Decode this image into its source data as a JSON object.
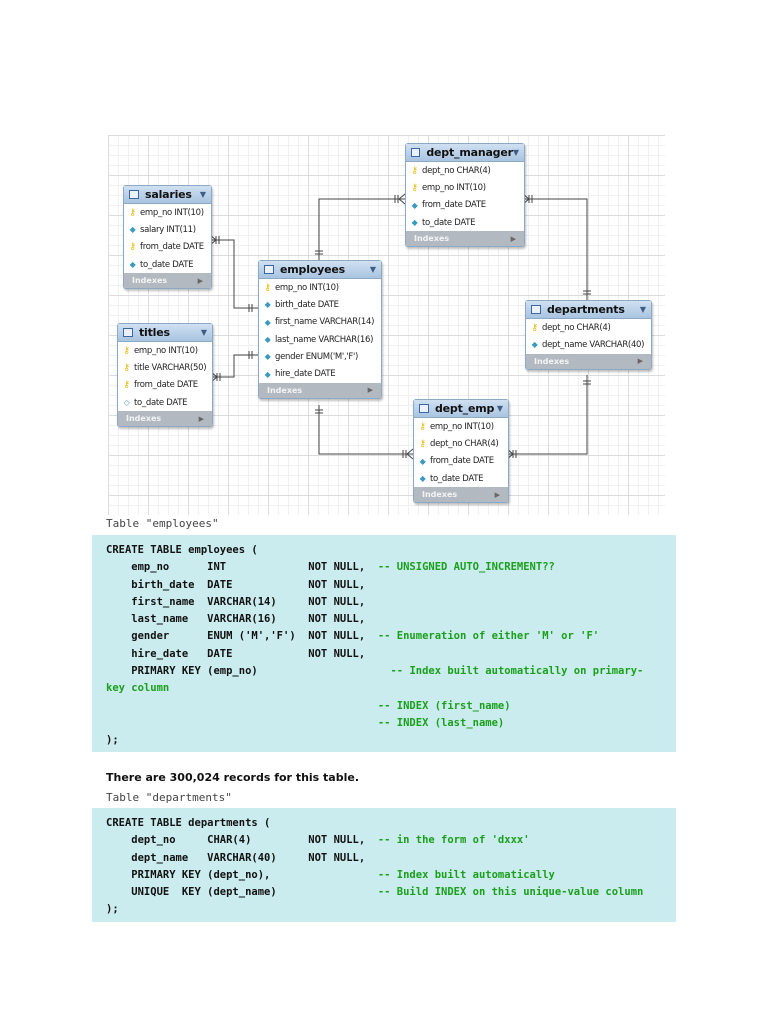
{
  "diagram": {
    "tables": {
      "salaries": {
        "name": "salaries",
        "columns": [
          {
            "icon": "key",
            "text": "emp_no INT(10)"
          },
          {
            "icon": "diamond",
            "text": "salary INT(11)"
          },
          {
            "icon": "key",
            "text": "from_date DATE"
          },
          {
            "icon": "diamond",
            "text": "to_date DATE"
          }
        ],
        "indexes": "Indexes"
      },
      "titles": {
        "name": "titles",
        "columns": [
          {
            "icon": "key",
            "text": "emp_no INT(10)"
          },
          {
            "icon": "key",
            "text": "title VARCHAR(50)"
          },
          {
            "icon": "key",
            "text": "from_date DATE"
          },
          {
            "icon": "diamond-open",
            "text": "to_date DATE"
          }
        ],
        "indexes": "Indexes"
      },
      "employees": {
        "name": "employees",
        "columns": [
          {
            "icon": "key",
            "text": "emp_no INT(10)"
          },
          {
            "icon": "diamond",
            "text": "birth_date DATE"
          },
          {
            "icon": "diamond",
            "text": "first_name VARCHAR(14)"
          },
          {
            "icon": "diamond",
            "text": "last_name VARCHAR(16)"
          },
          {
            "icon": "diamond",
            "text": "gender ENUM('M','F')"
          },
          {
            "icon": "diamond",
            "text": "hire_date DATE"
          }
        ],
        "indexes": "Indexes"
      },
      "dept_manager": {
        "name": "dept_manager",
        "columns": [
          {
            "icon": "key",
            "text": "dept_no CHAR(4)"
          },
          {
            "icon": "key",
            "text": "emp_no INT(10)"
          },
          {
            "icon": "diamond",
            "text": "from_date DATE"
          },
          {
            "icon": "diamond",
            "text": "to_date DATE"
          }
        ],
        "indexes": "Indexes"
      },
      "departments": {
        "name": "departments",
        "columns": [
          {
            "icon": "key",
            "text": "dept_no CHAR(4)"
          },
          {
            "icon": "diamond",
            "text": "dept_name VARCHAR(40)"
          }
        ],
        "indexes": "Indexes"
      },
      "dept_emp": {
        "name": "dept_emp",
        "columns": [
          {
            "icon": "key",
            "text": "emp_no INT(10)"
          },
          {
            "icon": "key",
            "text": "dept_no CHAR(4)"
          },
          {
            "icon": "diamond",
            "text": "from_date DATE"
          },
          {
            "icon": "diamond",
            "text": "to_date DATE"
          }
        ],
        "indexes": "Indexes"
      }
    }
  },
  "section1": {
    "label": "Table \"employees\"",
    "code": [
      {
        "code": "CREATE TABLE employees (",
        "comment": ""
      },
      {
        "code": "    emp_no      INT             NOT NULL,  ",
        "comment": "-- UNSIGNED AUTO_INCREMENT??"
      },
      {
        "code": "    birth_date  DATE            NOT NULL,",
        "comment": ""
      },
      {
        "code": "    first_name  VARCHAR(14)     NOT NULL,",
        "comment": ""
      },
      {
        "code": "    last_name   VARCHAR(16)     NOT NULL,",
        "comment": ""
      },
      {
        "code": "    gender      ENUM ('M','F')  NOT NULL,  ",
        "comment": "-- Enumeration of either 'M' or 'F'"
      },
      {
        "code": "    hire_date   DATE            NOT NULL,",
        "comment": ""
      },
      {
        "code": "    PRIMARY KEY (emp_no)                     ",
        "comment": "-- Index built automatically on primary-"
      },
      {
        "code": "",
        "comment": "key column"
      },
      {
        "code": "                                           ",
        "comment": "-- INDEX (first_name)"
      },
      {
        "code": "                                           ",
        "comment": "-- INDEX (last_name)"
      },
      {
        "code": ");",
        "comment": ""
      }
    ]
  },
  "note": "There are 300,024 records for this table.",
  "section2": {
    "label": "Table \"departments\"",
    "code": [
      {
        "code": "CREATE TABLE departments (",
        "comment": ""
      },
      {
        "code": "    dept_no     CHAR(4)         NOT NULL,  ",
        "comment": "-- in the form of 'dxxx'"
      },
      {
        "code": "    dept_name   VARCHAR(40)     NOT NULL,",
        "comment": ""
      },
      {
        "code": "    PRIMARY KEY (dept_no),                 ",
        "comment": "-- Index built automatically"
      },
      {
        "code": "    UNIQUE  KEY (dept_name)                ",
        "comment": "-- Build INDEX on this unique-value column"
      },
      {
        "code": ");",
        "comment": ""
      }
    ]
  }
}
